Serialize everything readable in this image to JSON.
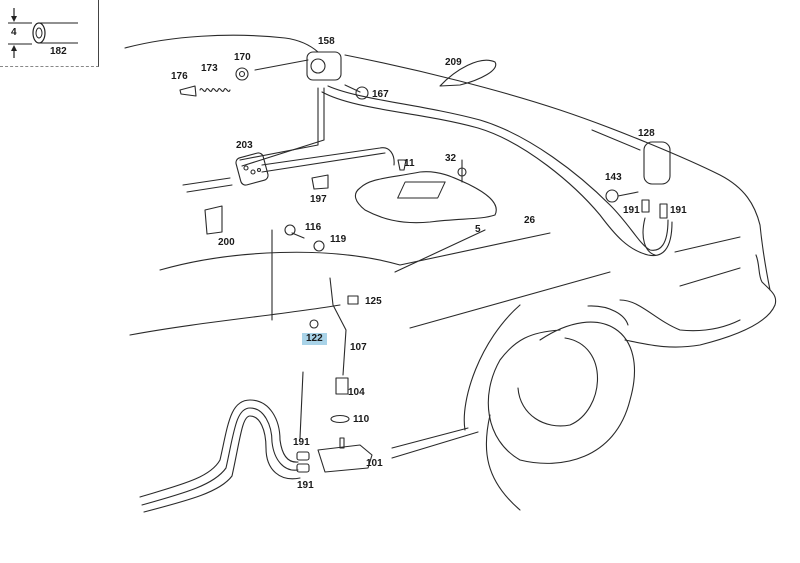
{
  "inset": {
    "dimension_label": "4",
    "part_label": "182"
  },
  "highlight_color": "#a9d3e8",
  "parts": [
    {
      "id": "158",
      "highlighted": false
    },
    {
      "id": "176",
      "highlighted": false
    },
    {
      "id": "173",
      "highlighted": false
    },
    {
      "id": "170",
      "highlighted": false
    },
    {
      "id": "167",
      "highlighted": false
    },
    {
      "id": "209",
      "highlighted": false
    },
    {
      "id": "128",
      "highlighted": false
    },
    {
      "id": "143",
      "highlighted": false
    },
    {
      "id": "191",
      "highlighted": false
    },
    {
      "id": "191",
      "highlighted": false
    },
    {
      "id": "203",
      "highlighted": false
    },
    {
      "id": "11",
      "highlighted": false
    },
    {
      "id": "32",
      "highlighted": false
    },
    {
      "id": "197",
      "highlighted": false
    },
    {
      "id": "26",
      "highlighted": false
    },
    {
      "id": "5",
      "highlighted": false
    },
    {
      "id": "200",
      "highlighted": false
    },
    {
      "id": "116",
      "highlighted": false
    },
    {
      "id": "119",
      "highlighted": false
    },
    {
      "id": "125",
      "highlighted": false
    },
    {
      "id": "122",
      "highlighted": true
    },
    {
      "id": "107",
      "highlighted": false
    },
    {
      "id": "104",
      "highlighted": false
    },
    {
      "id": "110",
      "highlighted": false
    },
    {
      "id": "191",
      "highlighted": false
    },
    {
      "id": "101",
      "highlighted": false
    },
    {
      "id": "191",
      "highlighted": false
    }
  ]
}
